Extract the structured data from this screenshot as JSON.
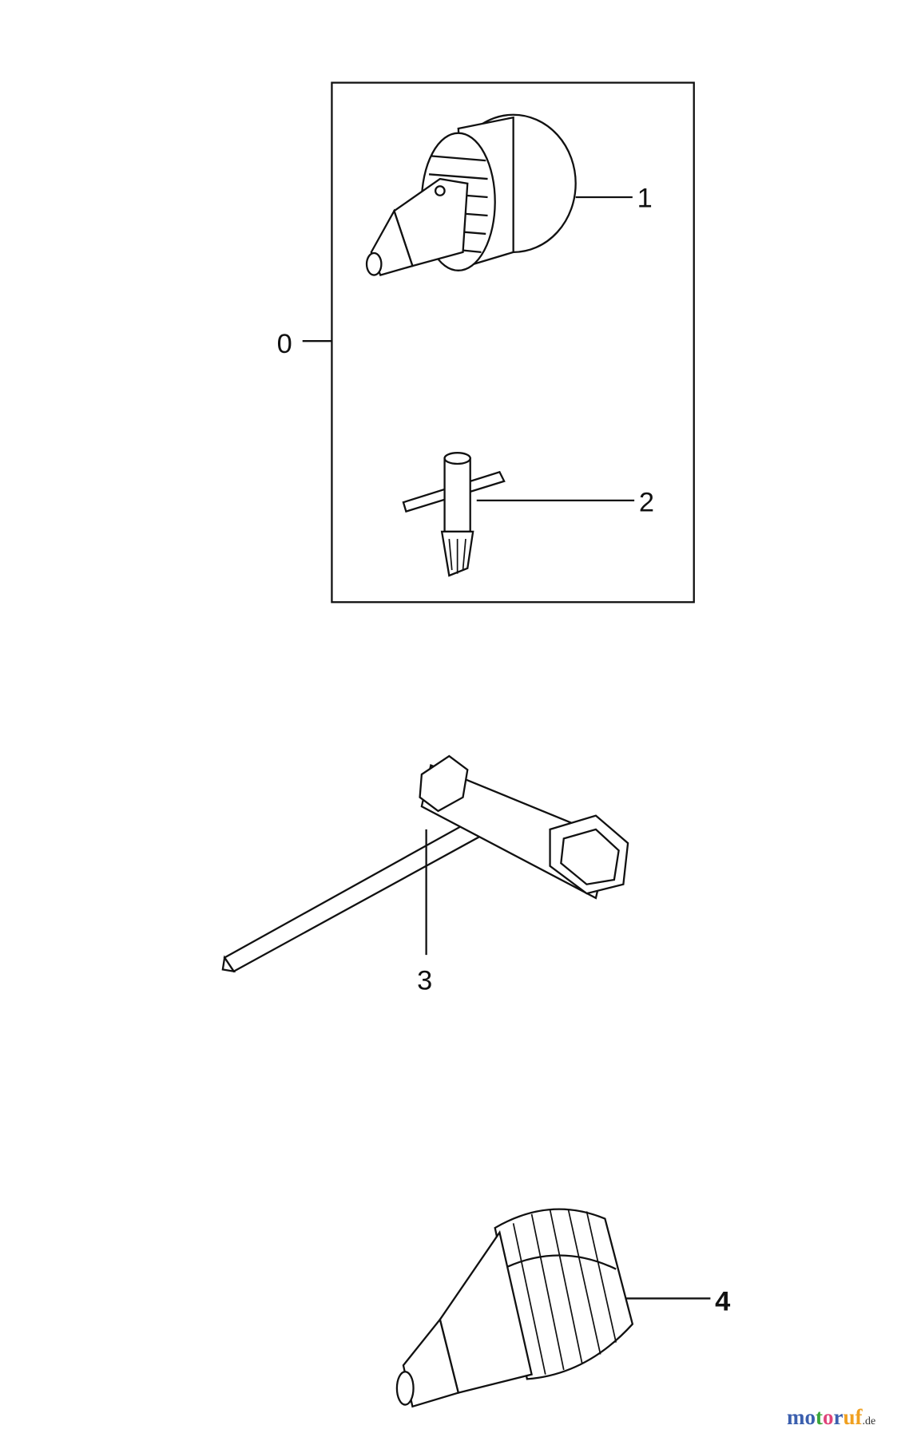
{
  "labels": {
    "p0": "0",
    "p1": "1",
    "p2": "2",
    "p3": "3",
    "p4": "4"
  },
  "watermark": {
    "letters": [
      "m",
      "o",
      "t",
      "o",
      "r",
      "u",
      "f"
    ],
    "suffix": ".de",
    "colors": [
      "#3b5fae",
      "#3b5fae",
      "#3aa53a",
      "#e0447a",
      "#3b5fae",
      "#f0a020",
      "#f0a020"
    ]
  },
  "parts": [
    {
      "number": "0",
      "icon": "assembly-box"
    },
    {
      "number": "1",
      "icon": "keyed-drill-chuck-icon"
    },
    {
      "number": "2",
      "icon": "chuck-key-icon"
    },
    {
      "number": "3",
      "icon": "spark-plug-wrench-icon"
    },
    {
      "number": "4",
      "icon": "keyless-drill-chuck-icon"
    }
  ]
}
